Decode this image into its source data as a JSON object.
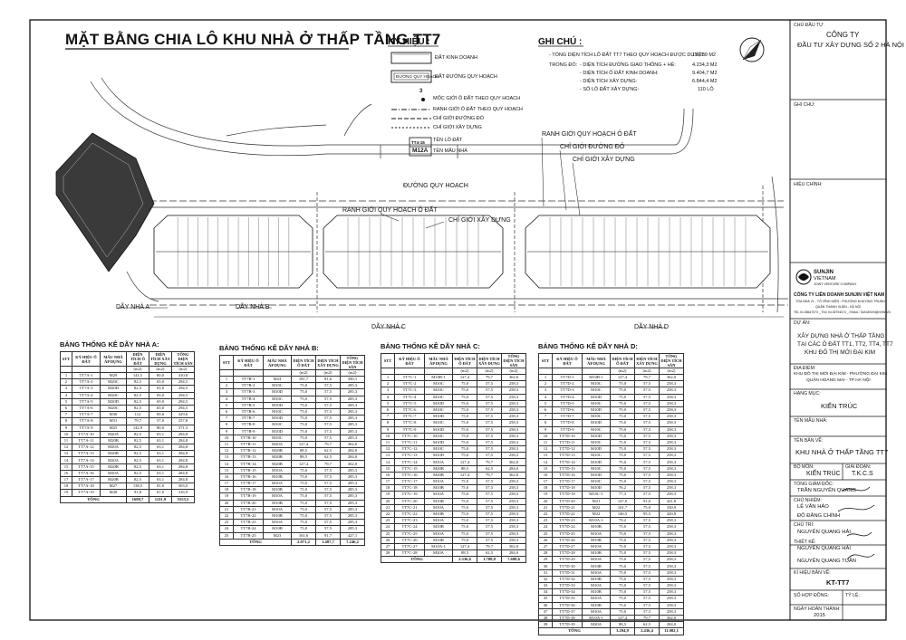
{
  "title": "MẶT BẰNG CHIA LÔ KHU NHÀ Ở THẤP TẦNG TT7",
  "legend": {
    "heading": "KÝ HIỆU :",
    "items": [
      "ĐẤT KINH DOANH",
      "ĐẤT ĐƯỜNG QUY HOẠCH",
      "MỐC GIỚI Ô ĐẤT THEO QUY HOẠCH",
      "RANH GIỚI Ô ĐẤT THEO QUY HOẠCH",
      "CHỈ GIỚI ĐƯỜNG ĐỎ",
      "CHỈ GIỚI XÂY DỰNG",
      "TÊN LÔ ĐẤT",
      "TÊN MẪU NHÀ"
    ],
    "road_box_label": "ĐƯỜNG QUY HOẠCH",
    "marker_number": "3",
    "lot_tag_top": "TT4-15",
    "lot_tag_bottom": "M12A"
  },
  "notes": {
    "heading": "GHI CHÚ :",
    "total_label": "- TỔNG DIỆN TÍCH LÔ ĐẤT TT7 THEO QUY HOẠCH ĐƯỢC DUYỆT:",
    "total_value": "13.639 M2",
    "trong_do": "TRONG ĐÓ:",
    "rows": [
      {
        "label": "- DIỆN TÍCH ĐƯỜNG GIAO THÔNG + HÈ:",
        "value": "4.234,3 M2"
      },
      {
        "label": "- DIỆN TÍCH Ô ĐẤT KINH DOANH:",
        "value": "9.404,7 M2"
      },
      {
        "label": "- DIỆN TÍCH XÂY DỰNG:",
        "value": "6.844,4 M2"
      },
      {
        "label": "- SỐ LÔ ĐẤT XÂY DỰNG:",
        "value": "110 LÔ"
      }
    ]
  },
  "plan": {
    "road_label": "ĐƯỜNG QUY HOẠCH",
    "callouts": [
      "RANH GIỚI QUY HOẠCH Ô ĐẤT",
      "CHỈ GIỚI ĐƯỜNG ĐỎ",
      "CHỈ GIỚI XÂY DỰNG"
    ],
    "blocks": [
      "DÃY NHÀ A",
      "DÃY NHÀ B",
      "DÃY NHÀ C",
      "DÃY NHÀ D"
    ]
  },
  "tables": {
    "headers": [
      "STT",
      "KÝ HIỆU Ô ĐẤT",
      "MẪU NHÀ ÁP DỤNG",
      "DIỆN TÍCH Ô ĐẤT",
      "DIỆN TÍCH XÂY DỰNG",
      "TỔNG DIỆN TÍCH SÀN"
    ],
    "unit": "(m2)",
    "total_label": "TỔNG",
    "A": {
      "title": "BẢNG THỐNG KÊ DÃY NHÀ A:",
      "rows": [
        [
          "1",
          "TT7A-1",
          "M29",
          "141,5",
          "80,0",
          "410,8"
        ],
        [
          "2",
          "TT7A-2",
          "M20C",
          "82,5",
          "65,0",
          "294,5"
        ],
        [
          "3",
          "TT7A-3",
          "M20D",
          "82,5",
          "65,0",
          "294,5"
        ],
        [
          "4",
          "TT7A-4",
          "M20C",
          "82,5",
          "65,0",
          "294,5"
        ],
        [
          "5",
          "TT7A-5",
          "M20D",
          "82,5",
          "65,0",
          "294,5"
        ],
        [
          "6",
          "TT7A-6",
          "M20C",
          "82,5",
          "65,0",
          "294,5"
        ],
        [
          "7",
          "TT7A-7",
          "M30",
          "112",
          "69,8",
          "329,6"
        ],
        [
          "8",
          "TT7A-8",
          "M31",
          "79,7",
          "57,0",
          "257,8"
        ],
        [
          "9",
          "TT7A-9",
          "M25",
          "142,9",
          "80,0",
          "371,3"
        ],
        [
          "10",
          "TT7A-10",
          "M20A",
          "82,5",
          "63,1",
          "284,8"
        ],
        [
          "11",
          "TT7A-11",
          "M20B",
          "82,5",
          "63,1",
          "284,8"
        ],
        [
          "12",
          "TT7A-12",
          "M20A",
          "82,5",
          "63,1",
          "284,8"
        ],
        [
          "13",
          "TT7A-13",
          "M20B",
          "82,5",
          "63,1",
          "284,8"
        ],
        [
          "14",
          "TT7A-14",
          "M20A",
          "82,5",
          "63,1",
          "284,8"
        ],
        [
          "15",
          "TT7A-15",
          "M20B",
          "82,5",
          "63,1",
          "284,8"
        ],
        [
          "16",
          "TT7A-16",
          "M20A",
          "82,5",
          "63,1",
          "284,8"
        ],
        [
          "17",
          "TT7A-17",
          "M20B",
          "82,5",
          "63,1",
          "284,8"
        ],
        [
          "18",
          "TT7A-18",
          "M27",
          "138,5",
          "81,0",
          "303,0"
        ],
        [
          "19",
          "TT7A-19",
          "M28",
          "91,8",
          "67,0",
          "316,9"
        ]
      ],
      "total": [
        "1698,7",
        "1211,9",
        "5555,5"
      ]
    },
    "B": {
      "title": "BẢNG THỐNG KÊ DÃY NHÀ B:",
      "rows": [
        [
          "1",
          "TT7B-1",
          "M24",
          "181,7",
          "81,6",
          "390,1"
        ],
        [
          "2",
          "TT7B-2",
          "M10C",
          "75,0",
          "57,5",
          "285,3"
        ],
        [
          "3",
          "TT7B-3",
          "M10D",
          "75,0",
          "57,5",
          "285,3"
        ],
        [
          "4",
          "TT7B-4",
          "M10C",
          "75,0",
          "57,5",
          "285,3"
        ],
        [
          "5",
          "TT7B-5",
          "M10D",
          "75,0",
          "57,5",
          "285,3"
        ],
        [
          "6",
          "TT7B-6",
          "M10C",
          "75,0",
          "57,5",
          "285,3"
        ],
        [
          "7",
          "TT7B-7",
          "M10D",
          "75,0",
          "57,5",
          "285,3"
        ],
        [
          "8",
          "TT7B-8",
          "M10C",
          "75,0",
          "57,5",
          "285,3"
        ],
        [
          "9",
          "TT7B-9",
          "M10D",
          "75,0",
          "57,5",
          "285,3"
        ],
        [
          "10",
          "TT7B-10",
          "M10C",
          "75,0",
          "57,5",
          "285,3"
        ],
        [
          "11",
          "TT7B-11",
          "M20A",
          "127,4",
          "79,7",
          "362,0"
        ],
        [
          "12",
          "TT7B-12",
          "M20B",
          "88,5",
          "62,5",
          "284,0"
        ],
        [
          "13",
          "TT7B-13",
          "M20B",
          "88,5",
          "62,5",
          "284,0"
        ],
        [
          "14",
          "TT7B-14",
          "M20B",
          "127,4",
          "79,7",
          "362,0"
        ],
        [
          "15",
          "TT7B-15",
          "M10A",
          "75,0",
          "57,5",
          "285,3"
        ],
        [
          "16",
          "TT7B-16",
          "M10B",
          "75,0",
          "57,5",
          "285,3"
        ],
        [
          "17",
          "TT7B-17",
          "M10A",
          "75,0",
          "57,5",
          "285,3"
        ],
        [
          "18",
          "TT7B-18",
          "M10B",
          "75,0",
          "57,5",
          "285,3"
        ],
        [
          "19",
          "TT7B-19",
          "M10A",
          "75,0",
          "57,5",
          "285,3"
        ],
        [
          "20",
          "TT7B-20",
          "M10B",
          "75,0",
          "57,5",
          "285,3"
        ],
        [
          "21",
          "TT7B-21",
          "M10A",
          "75,0",
          "57,5",
          "285,3"
        ],
        [
          "22",
          "TT7B-22",
          "M10B",
          "75,0",
          "57,5",
          "285,3"
        ],
        [
          "23",
          "TT7B-23",
          "M10A",
          "75,0",
          "57,5",
          "285,3"
        ],
        [
          "24",
          "TT7B-24",
          "M10B",
          "75,0",
          "57,5",
          "285,3"
        ],
        [
          "25",
          "TT7B-25",
          "M23",
          "161,6",
          "91,7",
          "427,1"
        ]
      ],
      "total": [
        "2.071,2",
        "1.487,7",
        "7.246,2"
      ]
    },
    "C": {
      "title": "BẢNG THỐNG KÊ DÃY NHÀ C:",
      "rows": [
        [
          "1",
          "TT7C-1",
          "M10B-1",
          "127,4",
          "79,7",
          "362,0"
        ],
        [
          "2",
          "TT7C-2",
          "M10C",
          "75,0",
          "57,5",
          "258,3"
        ],
        [
          "3",
          "TT7C-3",
          "M10C",
          "75,0",
          "57,5",
          "258,3"
        ],
        [
          "4",
          "TT7C-4",
          "M10C",
          "75,0",
          "57,5",
          "258,3"
        ],
        [
          "5",
          "TT7C-5",
          "M10D",
          "75,0",
          "57,5",
          "258,3"
        ],
        [
          "6",
          "TT7C-6",
          "M10C",
          "75,0",
          "57,5",
          "258,3"
        ],
        [
          "7",
          "TT7C-7",
          "M10D",
          "75,0",
          "57,5",
          "258,3"
        ],
        [
          "8",
          "TT7C-8",
          "M10C",
          "75,0",
          "57,5",
          "258,3"
        ],
        [
          "9",
          "TT7C-9",
          "M10D",
          "75,0",
          "57,5",
          "258,3"
        ],
        [
          "10",
          "TT7C-10",
          "M10C",
          "75,0",
          "57,5",
          "258,3"
        ],
        [
          "11",
          "TT7C-11",
          "M10D",
          "75,0",
          "57,5",
          "258,3"
        ],
        [
          "12",
          "TT7C-12",
          "M10C",
          "75,0",
          "57,5",
          "258,3"
        ],
        [
          "13",
          "TT7C-13",
          "M10D",
          "75,0",
          "57,5",
          "258,3"
        ],
        [
          "14",
          "TT7C-14",
          "M10A",
          "127,4",
          "79,7",
          "362,0"
        ],
        [
          "15",
          "TT7C-15",
          "M20B",
          "88,5",
          "62,5",
          "284,0"
        ],
        [
          "16",
          "TT7C-16",
          "M20B",
          "127,4",
          "79,7",
          "362,0"
        ],
        [
          "17",
          "TT7C-17",
          "M10A",
          "75,0",
          "57,5",
          "258,3"
        ],
        [
          "18",
          "TT7C-18",
          "M10B",
          "75,0",
          "57,5",
          "258,3"
        ],
        [
          "19",
          "TT7C-19",
          "M10A",
          "75,0",
          "57,5",
          "258,3"
        ],
        [
          "20",
          "TT7C-20",
          "M10B",
          "75,0",
          "57,5",
          "258,3"
        ],
        [
          "21",
          "TT7C-21",
          "M10A",
          "75,0",
          "57,5",
          "258,3"
        ],
        [
          "22",
          "TT7C-22",
          "M10B",
          "75,0",
          "57,5",
          "258,3"
        ],
        [
          "23",
          "TT7C-23",
          "M10A",
          "75,0",
          "57,5",
          "258,3"
        ],
        [
          "24",
          "TT7C-24",
          "M10B",
          "75,0",
          "57,5",
          "258,3"
        ],
        [
          "25",
          "TT7C-25",
          "M10A",
          "75,0",
          "57,5",
          "258,3"
        ],
        [
          "26",
          "TT7C-26",
          "M10B",
          "75,0",
          "57,5",
          "258,3"
        ],
        [
          "27",
          "TT7C-27",
          "M10A-1",
          "127,4",
          "79,7",
          "362,0"
        ],
        [
          "28",
          "TT7C-28",
          "M20A",
          "88,5",
          "62,5",
          "284,0"
        ]
      ],
      "total": [
        "2.336,6",
        "1.708,8",
        "7.698,6"
      ]
    },
    "D": {
      "title": "BẢNG THỐNG KÊ DÃY NHÀ D:",
      "rows": [
        [
          "1",
          "TT7D-1",
          "M10B-1",
          "127,4",
          "79,7",
          "362,0"
        ],
        [
          "2",
          "TT7D-2",
          "M10C",
          "75,0",
          "57,5",
          "258,3"
        ],
        [
          "3",
          "TT7D-3",
          "M10C",
          "75,0",
          "57,5",
          "258,3"
        ],
        [
          "4",
          "TT7D-4",
          "M10D",
          "75,0",
          "57,5",
          "258,3"
        ],
        [
          "5",
          "TT7D-5",
          "M10C",
          "75,0",
          "57,5",
          "258,3"
        ],
        [
          "6",
          "TT7D-6",
          "M10D",
          "75,0",
          "57,5",
          "258,3"
        ],
        [
          "7",
          "TT7D-7",
          "M10C",
          "75,0",
          "57,5",
          "258,3"
        ],
        [
          "8",
          "TT7D-8",
          "M10D",
          "75,0",
          "57,5",
          "258,3"
        ],
        [
          "9",
          "TT7D-9",
          "M10C",
          "75,0",
          "57,5",
          "258,3"
        ],
        [
          "10",
          "TT7D-10",
          "M10D",
          "75,0",
          "57,5",
          "258,3"
        ],
        [
          "11",
          "TT7D-11",
          "M10C",
          "75,0",
          "57,5",
          "258,3"
        ],
        [
          "12",
          "TT7D-12",
          "M10D",
          "75,0",
          "57,5",
          "258,3"
        ],
        [
          "13",
          "TT7D-13",
          "M10C",
          "75,0",
          "57,5",
          "258,3"
        ],
        [
          "14",
          "TT7D-14",
          "M10D",
          "75,0",
          "57,5",
          "258,3"
        ],
        [
          "15",
          "TT7D-15",
          "M10C",
          "75,0",
          "57,5",
          "258,3"
        ],
        [
          "16",
          "TT7D-16",
          "M10D",
          "75,0",
          "57,5",
          "258,3"
        ],
        [
          "17",
          "TT7D-17",
          "M10C",
          "75,0",
          "57,5",
          "258,3"
        ],
        [
          "18",
          "TT7D-18",
          "M10D",
          "76,2",
          "57,5",
          "258,3"
        ],
        [
          "19",
          "TT7D-19",
          "M10C-1",
          "77,3",
          "57,5",
          "258,3"
        ],
        [
          "20",
          "TT7D-20",
          "M21",
          "147,0",
          "91,0",
          "421,8"
        ],
        [
          "21",
          "TT7D-21",
          "M22",
          "101,7",
          "75,0",
          "330,9"
        ],
        [
          "22",
          "TT7D-22",
          "M22",
          "146,5",
          "95,5",
          "420,8"
        ],
        [
          "23",
          "TT7D-23",
          "M10A-1",
          "79,2",
          "57,5",
          "258,3"
        ],
        [
          "24",
          "TT7D-24",
          "M10B",
          "75,0",
          "57,5",
          "258,3"
        ],
        [
          "25",
          "TT7D-25",
          "M10A",
          "75,0",
          "57,5",
          "258,3"
        ],
        [
          "26",
          "TT7D-26",
          "M10B",
          "75,0",
          "57,5",
          "258,3"
        ],
        [
          "27",
          "TT7D-27",
          "M10A",
          "75,0",
          "57,5",
          "258,3"
        ],
        [
          "28",
          "TT7D-28",
          "M10B",
          "75,0",
          "57,5",
          "258,3"
        ],
        [
          "29",
          "TT7D-29",
          "M10A",
          "75,0",
          "57,5",
          "258,3"
        ],
        [
          "30",
          "TT7D-30",
          "M10B",
          "75,0",
          "57,5",
          "258,3"
        ],
        [
          "31",
          "TT7D-31",
          "M10A",
          "75,0",
          "57,5",
          "258,3"
        ],
        [
          "32",
          "TT7D-32",
          "M10B",
          "75,0",
          "57,5",
          "258,3"
        ],
        [
          "33",
          "TT7D-33",
          "M10A",
          "75,0",
          "57,5",
          "258,3"
        ],
        [
          "34",
          "TT7D-34",
          "M10B",
          "75,0",
          "57,5",
          "258,3"
        ],
        [
          "35",
          "TT7D-35",
          "M10A",
          "75,0",
          "57,5",
          "258,3"
        ],
        [
          "36",
          "TT7D-36",
          "M10B",
          "75,0",
          "57,5",
          "258,3"
        ],
        [
          "37",
          "TT7D-37",
          "M10A",
          "75,0",
          "57,5",
          "258,3"
        ],
        [
          "38",
          "TT7D-38",
          "M10A-1",
          "127,4",
          "79,7",
          "362,0"
        ],
        [
          "39",
          "TT7D-39",
          "M20A",
          "88,5",
          "62,5",
          "284,0"
        ]
      ],
      "total": [
        "3.294,9",
        "2.436,4",
        "11.002,1"
      ]
    }
  },
  "title_block": {
    "owner_label": "CHỦ ĐẦU TƯ",
    "owner_line1": "CÔNG TY",
    "owner_line2": "ĐẦU TƯ XÂY DỰNG SỐ 2 HÀ NỘI",
    "notes_label": "GHI CHÚ:",
    "revision_label": "HIỆU CHỈNH:",
    "firm_logo_line1": "SUNJIN",
    "firm_logo_line2": "VIETNAM",
    "firm_logo_line3": "JOINT VENTURE COMPANY",
    "firm_name": "CÔNG TY LIÊN DOANH SUNJIN VIỆT NAM",
    "firm_addr1": "TÒA NHÀ 21 - TÔ VĨNH DIỆN - PHƯỜNG KHƯƠNG TRUNG",
    "firm_addr2": "QUẬN THANH XUÂN - HÀ NỘI",
    "firm_addr3": "TEL 04.35647073 _ FAX 04.35794074 _ EMAIL: SUNJINVN@VNN.VN",
    "project_label": "DỰ ÁN:",
    "project_line1": "XÂY DỰNG NHÀ Ở THẤP TẦNG",
    "project_line2": "TẠI CÁC Ô ĐẤT TT1, TT2, TT4, TT7",
    "project_line3": "KHU ĐÔ THỊ MỚI ĐẠI KIM",
    "location_label": "ĐỊA ĐIỂM:",
    "location_line1": "KHU ĐÔ THỊ MỚI ĐẠI KIM - PHƯỜNG ĐẠI KIM",
    "location_line2": "QUẬN HOÀNG MAI - TP HÀ NỘI",
    "category_label": "HẠNG MỤC:",
    "category_value": "KIẾN TRÚC",
    "model_label": "TÊN MẪU NHÀ:",
    "drawing_label": "TÊN BẢN VẼ:",
    "drawing_value": "KHU NHÀ Ở THẤP TẦNG TT7",
    "dept_label": "BỘ MÔN:",
    "dept_value": "KIẾN TRÚC",
    "stage_label": "GIAI ĐOẠN:",
    "stage_value": "T.K.C.S",
    "director_label": "TỔNG GIÁM ĐỐC:",
    "director_name": "TRẦN NGUYÊN QUANG",
    "chief_label": "CHỦ NHIỆM:",
    "chief_name": "LÊ VĂN HẢO",
    "chief_name2": "ĐỖ ĐĂNG CHÍNH",
    "lead_label": "CHỦ TRÌ:",
    "lead_name": "NGUYỄN QUANG HẢI",
    "designer_label": "THIẾT KẾ:",
    "designer_name": "NGUYỄN QUANG HẢI",
    "designer_name2": "NGUYỄN QUANG TUẤN",
    "sheet_label": "KÍ HIỆU BẢN VẼ:",
    "sheet_value": "KT-TT7",
    "contract_label": "SỐ HỢP ĐỒNG:",
    "scale_label": "TỶ LỆ:",
    "date_label": "NGÀY HOÀN THÀNH:",
    "date_value": "2015"
  }
}
